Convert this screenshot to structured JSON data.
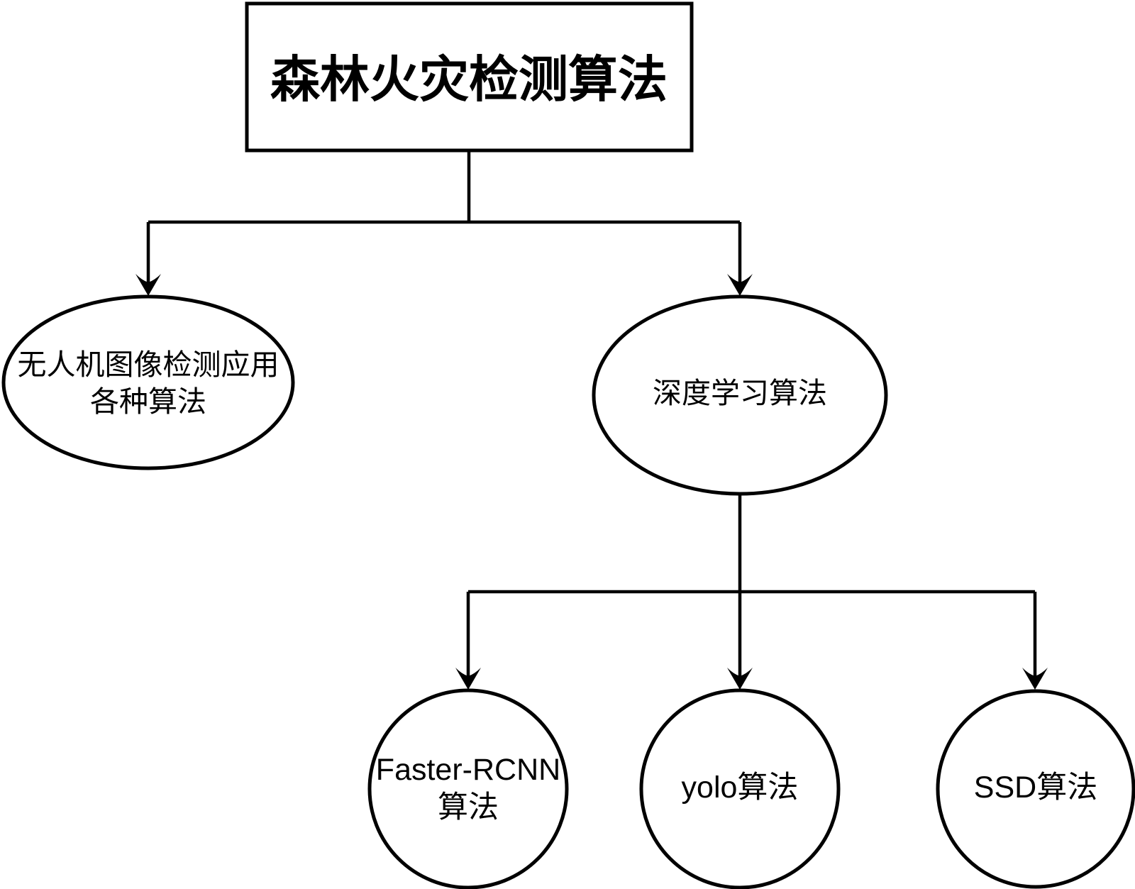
{
  "diagram": {
    "type": "flowchart",
    "title": "森林火灾检测算法",
    "colors": {
      "stroke": "#000000",
      "node_fill": "#ffffff",
      "background": "#ffffff",
      "text": "#000000"
    },
    "nodes": {
      "root": {
        "shape": "rectangle",
        "label": "森林火灾检测算法"
      },
      "uav": {
        "shape": "ellipse",
        "line1": "无人机图像检测应用",
        "line2": "各种算法"
      },
      "deep_learning": {
        "shape": "ellipse",
        "label": "深度学习算法"
      },
      "faster_rcnn": {
        "shape": "circle",
        "line1": "Faster-RCNN",
        "line2": "算法"
      },
      "yolo": {
        "shape": "circle",
        "label": "yolo算法"
      },
      "ssd": {
        "shape": "circle",
        "label": "SSD算法"
      }
    },
    "edges": [
      {
        "from": "root",
        "to": "uav",
        "arrow": "down"
      },
      {
        "from": "root",
        "to": "deep_learning",
        "arrow": "down"
      },
      {
        "from": "deep_learning",
        "to": "faster_rcnn",
        "arrow": "down"
      },
      {
        "from": "deep_learning",
        "to": "yolo",
        "arrow": "down"
      },
      {
        "from": "deep_learning",
        "to": "ssd",
        "arrow": "down"
      }
    ]
  }
}
